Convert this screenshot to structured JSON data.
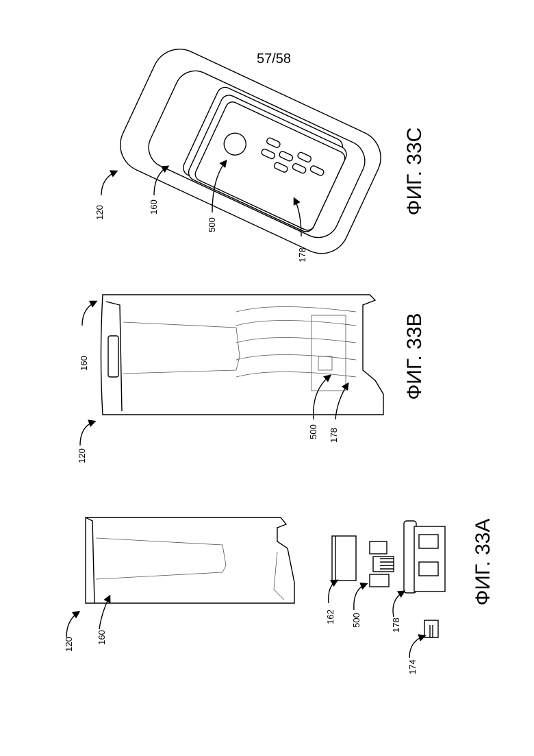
{
  "page_number": "57/58",
  "figures": {
    "fig_33a": {
      "caption": "ФИГ. 33A",
      "refs": [
        "120",
        "160",
        "162",
        "500",
        "178",
        "174"
      ]
    },
    "fig_33b": {
      "caption": "ФИГ. 33B",
      "refs": [
        "120",
        "160",
        "500",
        "178"
      ]
    },
    "fig_33c": {
      "caption": "ФИГ. 33C",
      "refs": [
        "120",
        "160",
        "500",
        "178"
      ]
    }
  }
}
